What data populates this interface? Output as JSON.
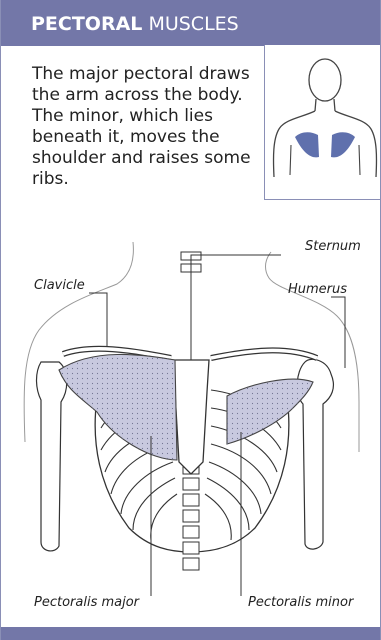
{
  "header": {
    "title_strong": "PECTORAL",
    "title_rest": " MUSCLES"
  },
  "intro": {
    "text": "The major pectoral draws the arm across the body. The minor, which lies beneath it, moves the shoulder and raises some ribs."
  },
  "labels": {
    "sternum": "Sternum",
    "clavicle": "Clavicle",
    "humerus": "Humerus",
    "pectoralis_major": "Pectoralis major",
    "pectoralis_minor": "Pectoralis minor"
  },
  "colors": {
    "header_bg": "#7377a8",
    "muscle_fill": "#c8c9df",
    "thumb_muscle": "#5f70ad",
    "line": "#555555"
  }
}
